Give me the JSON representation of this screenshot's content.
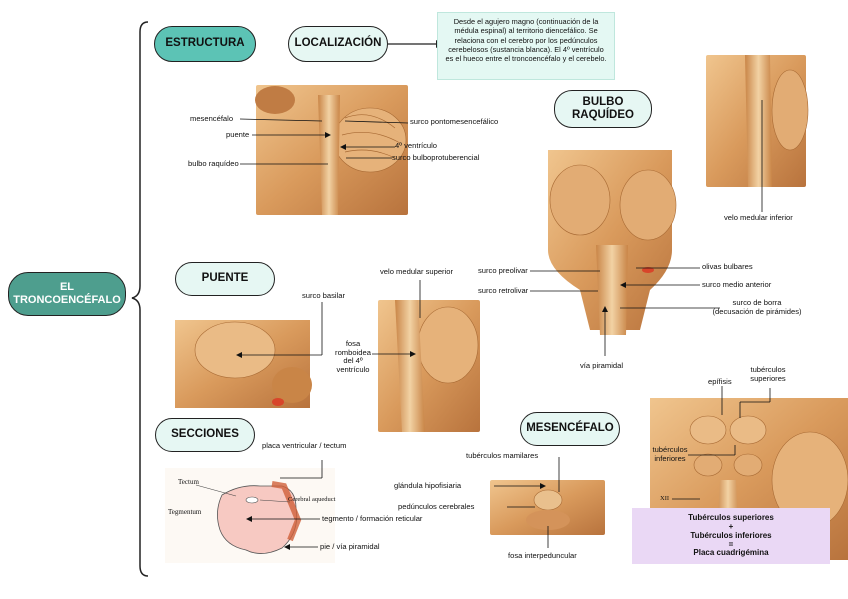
{
  "root": "EL TRONCOENCÉFALO",
  "nodes": {
    "estructura": "ESTRUCTURA",
    "localizacion": "LOCALIZACIÓN",
    "bulbo": "BULBO RAQUÍDEO",
    "puente": "PUENTE",
    "secciones": "SECCIONES",
    "mesencefalo": "MESENCÉFALO"
  },
  "localizacion_text": "Desde el agujero magno (continuación de la médula espinal) al territorio diencefálico. Se relaciona con el cerebro por los pedúnculos cerebelosos (sustancia blanca). El 4º ventrículo es el hueco entre el troncoencéfalo y el cerebelo.",
  "estructura_labels": {
    "mesencefalo": "mesencéfalo",
    "puente": "puente",
    "bulbo": "bulbo raquídeo",
    "surco_ponto": "surco pontomesencefálico",
    "cuarto_ventriculo": "4º ventrículo",
    "surco_bulbo": "surco bulboprotuberencial"
  },
  "bulbo_labels": {
    "velo_inferior": "velo medular inferior",
    "olivas": "olivas bulbares",
    "surco_preolivar": "surco preolivar",
    "surco_medio": "surco medio anterior",
    "surco_retrolivar": "surco retrolivar",
    "surco_borra": "surco de borra",
    "decusacion": "(decusación de pirámides)",
    "via_piramidal": "vía piramidal"
  },
  "puente_labels": {
    "surco_basilar": "surco basilar",
    "velo_superior": "velo medular superior",
    "fosa": "fosa romboidea del 4º ventrículo"
  },
  "secciones_labels": {
    "placa": "placa ventricular / tectum",
    "tegmento": "tegmento / formación reticular",
    "pie": "pie / vía piramidal",
    "tectum": "Tectum",
    "tegmentum": "Tegmentum",
    "aqueduct": "Cerebral aqueduct"
  },
  "mesencefalo_labels": {
    "tuberculos_mamilares": "tubérculos mamilares",
    "glandula": "glándula hipofisiaria",
    "pedunculos": "pedúnculos cerebrales",
    "fosa_inter": "fosa interpeduncular",
    "epifisis": "epífisis",
    "tub_superiores": "tubérculos superiores",
    "tub_inferiores": "tubérculos inferiores",
    "xii": "XII"
  },
  "cuadrigemina": {
    "line1": "Tubérculos superiores",
    "plus": "+",
    "line2": "Tubérculos inferiores",
    "eq": "=",
    "line3": "Placa cuadrigémina"
  },
  "colors": {
    "teal": "#5cc3b5",
    "root": "#4e9e8e",
    "note": "#e4f8f3",
    "purple": "#ead8f5",
    "tissue": "#d9a066"
  }
}
